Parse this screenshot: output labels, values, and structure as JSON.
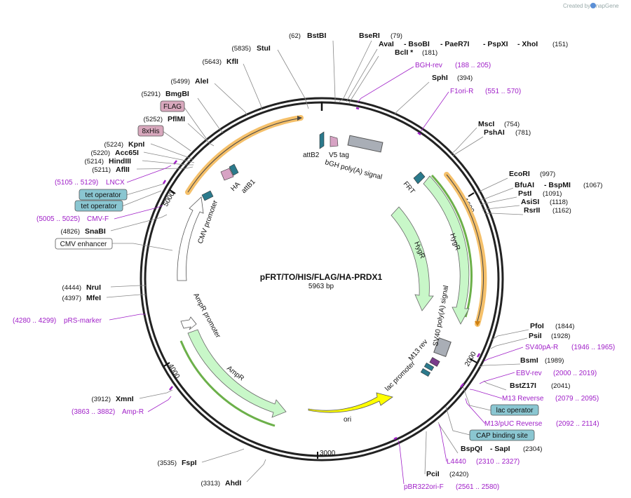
{
  "branding": "Created by SnapGene",
  "plasmid": {
    "name": "pFRT/TO/HIS/FLAG/HA-PRDX1",
    "length": "5963 bp"
  },
  "ticks": [
    "1000",
    "2000",
    "3000",
    "4000",
    "5000"
  ],
  "enzymes_left": [
    {
      "name": "StuI",
      "pos": "(5835)"
    },
    {
      "name": "KflI",
      "pos": "(5643)"
    },
    {
      "name": "AleI",
      "pos": "(5499)"
    },
    {
      "name": "BmgBI",
      "pos": "(5291)"
    },
    {
      "name": "PflMI",
      "pos": "(5252)"
    },
    {
      "name": "KpnI",
      "pos": "(5224)"
    },
    {
      "name": "Acc65I",
      "pos": "(5220)"
    },
    {
      "name": "HindIII",
      "pos": "(5214)"
    },
    {
      "name": "AflII",
      "pos": "(5211)"
    },
    {
      "name": "SnaBI",
      "pos": "(4826)"
    },
    {
      "name": "NruI",
      "pos": "(4444)"
    },
    {
      "name": "MfeI",
      "pos": "(4397)"
    },
    {
      "name": "XmnI",
      "pos": "(3912)"
    },
    {
      "name": "FspI",
      "pos": "(3535)"
    },
    {
      "name": "AhdI",
      "pos": "(3313)"
    }
  ],
  "enzymes_top": [
    {
      "name": "BstBI",
      "pos": "(62)"
    },
    {
      "name": "BseRI",
      "pos": "(79)"
    },
    {
      "name": "AvaI",
      "sep": "- BsoBI",
      "sep2": "- PaeR7I",
      "sep3": "- PspXI",
      "sep4": "- XhoI",
      "pos": "(151)"
    },
    {
      "name": "BclI *",
      "pos": "(181)"
    },
    {
      "name": "SphI",
      "pos": "(394)"
    }
  ],
  "enzymes_right": [
    {
      "name": "MscI",
      "pos": "(754)"
    },
    {
      "name": "PshAI",
      "pos": "(781)"
    },
    {
      "name": "EcoRI",
      "pos": "(997)"
    },
    {
      "name": "BfuAI",
      "extra": "- BspMI",
      "pos": "(1067)"
    },
    {
      "name": "PstI",
      "pos": "(1091)"
    },
    {
      "name": "AsiSI",
      "pos": "(1118)"
    },
    {
      "name": "RsrII",
      "pos": "(1162)"
    },
    {
      "name": "PfoI",
      "pos": "(1844)"
    },
    {
      "name": "PsiI",
      "pos": "(1928)"
    },
    {
      "name": "BsmI",
      "pos": "(1989)"
    },
    {
      "name": "BstZ17I",
      "pos": "(2041)"
    },
    {
      "name": "BspQI",
      "extra": "- SapI",
      "pos": "(2304)"
    },
    {
      "name": "PciI",
      "pos": "(2420)"
    }
  ],
  "primers": [
    {
      "name": "BGH-rev",
      "pos": "(188 .. 205)"
    },
    {
      "name": "F1ori-R",
      "pos": "(551 .. 570)"
    },
    {
      "name": "SV40pA-R",
      "pos": "(1946 .. 1965)"
    },
    {
      "name": "EBV-rev",
      "pos": "(2000 .. 2019)"
    },
    {
      "name": "M13 Reverse",
      "pos": "(2079 .. 2095)"
    },
    {
      "name": "M13/pUC Reverse",
      "pos": "(2092 .. 2114)"
    },
    {
      "name": "L4440",
      "pos": "(2310 .. 2327)"
    },
    {
      "name": "pBR322ori-F",
      "pos": "(2561 .. 2580)"
    },
    {
      "name": "Amp-R",
      "pos": "(3863 .. 3882)"
    },
    {
      "name": "pRS-marker",
      "pos": "(4280 .. 4299)"
    },
    {
      "name": "CMV-F",
      "pos": "(5005 .. 5025)"
    },
    {
      "name": "LNCX",
      "pos": "(5105 .. 5129)"
    }
  ],
  "boxed_features": {
    "flag": "FLAG",
    "his": "8xHis",
    "tet1": "tet operator",
    "tet2": "tet operator",
    "cmv_enh": "CMV enhancer",
    "lac_op": "lac operator",
    "cap": "CAP binding site"
  },
  "inner_features": {
    "attB2": "attB2",
    "v5": "V5 tag",
    "bgh": "bGH poly(A) signal",
    "frt": "FRT",
    "hygr1": "HygR",
    "hygr2": "HygR",
    "sv40": "SV40 poly(A) signal",
    "m13rev": "M13 rev",
    "lacprom": "lac promoter",
    "ori": "ori",
    "ampr": "AmpR",
    "amprprom": "AmpR promoter",
    "cmvprom": "CMV promoter",
    "ha": "HA",
    "attB1": "attB1"
  },
  "colors": {
    "hygr": "#c8f7c8",
    "ampr": "#c8f7c8",
    "ori": "#ffff00",
    "primer": "#a020c8",
    "orf_highlight": "#f5c06a",
    "boxed_teal": "#8ac6d1",
    "boxed_pink": "#d8a8bd"
  }
}
